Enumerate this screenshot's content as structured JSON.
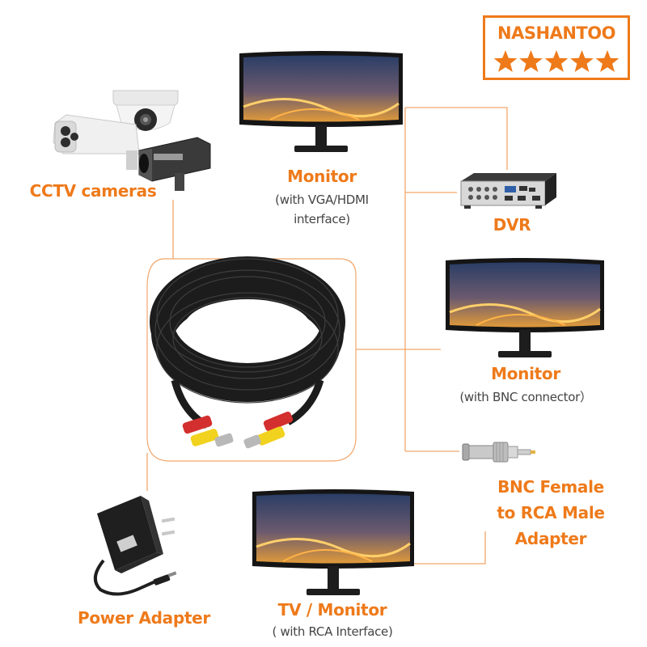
{
  "brand": {
    "name": "NASHANTOO",
    "rating_stars": 5,
    "accent_color": "#ee7a1a"
  },
  "nodes": {
    "cctv_cameras": {
      "title": "CCTV cameras"
    },
    "monitor_vga": {
      "title": "Monitor",
      "subtitle_line1": "(with VGA/HDMI",
      "subtitle_line2": "interface)"
    },
    "dvr": {
      "title": "DVR"
    },
    "monitor_bnc": {
      "title": "Monitor",
      "subtitle": "(with BNC connector）"
    },
    "bnc_adapter": {
      "title_line1": "BNC Female",
      "title_line2": "to RCA Male",
      "title_line3": "Adapter"
    },
    "tv_monitor": {
      "title": "TV / Monitor",
      "subtitle": "( with RCA Interface)"
    },
    "power_adapter": {
      "title": "Power Adapter"
    }
  },
  "icons": [
    "star-icon",
    "cctv-camera-icon",
    "monitor-icon",
    "dvr-icon",
    "cable-coil-icon",
    "bnc-rca-adapter-icon",
    "power-adapter-icon"
  ]
}
